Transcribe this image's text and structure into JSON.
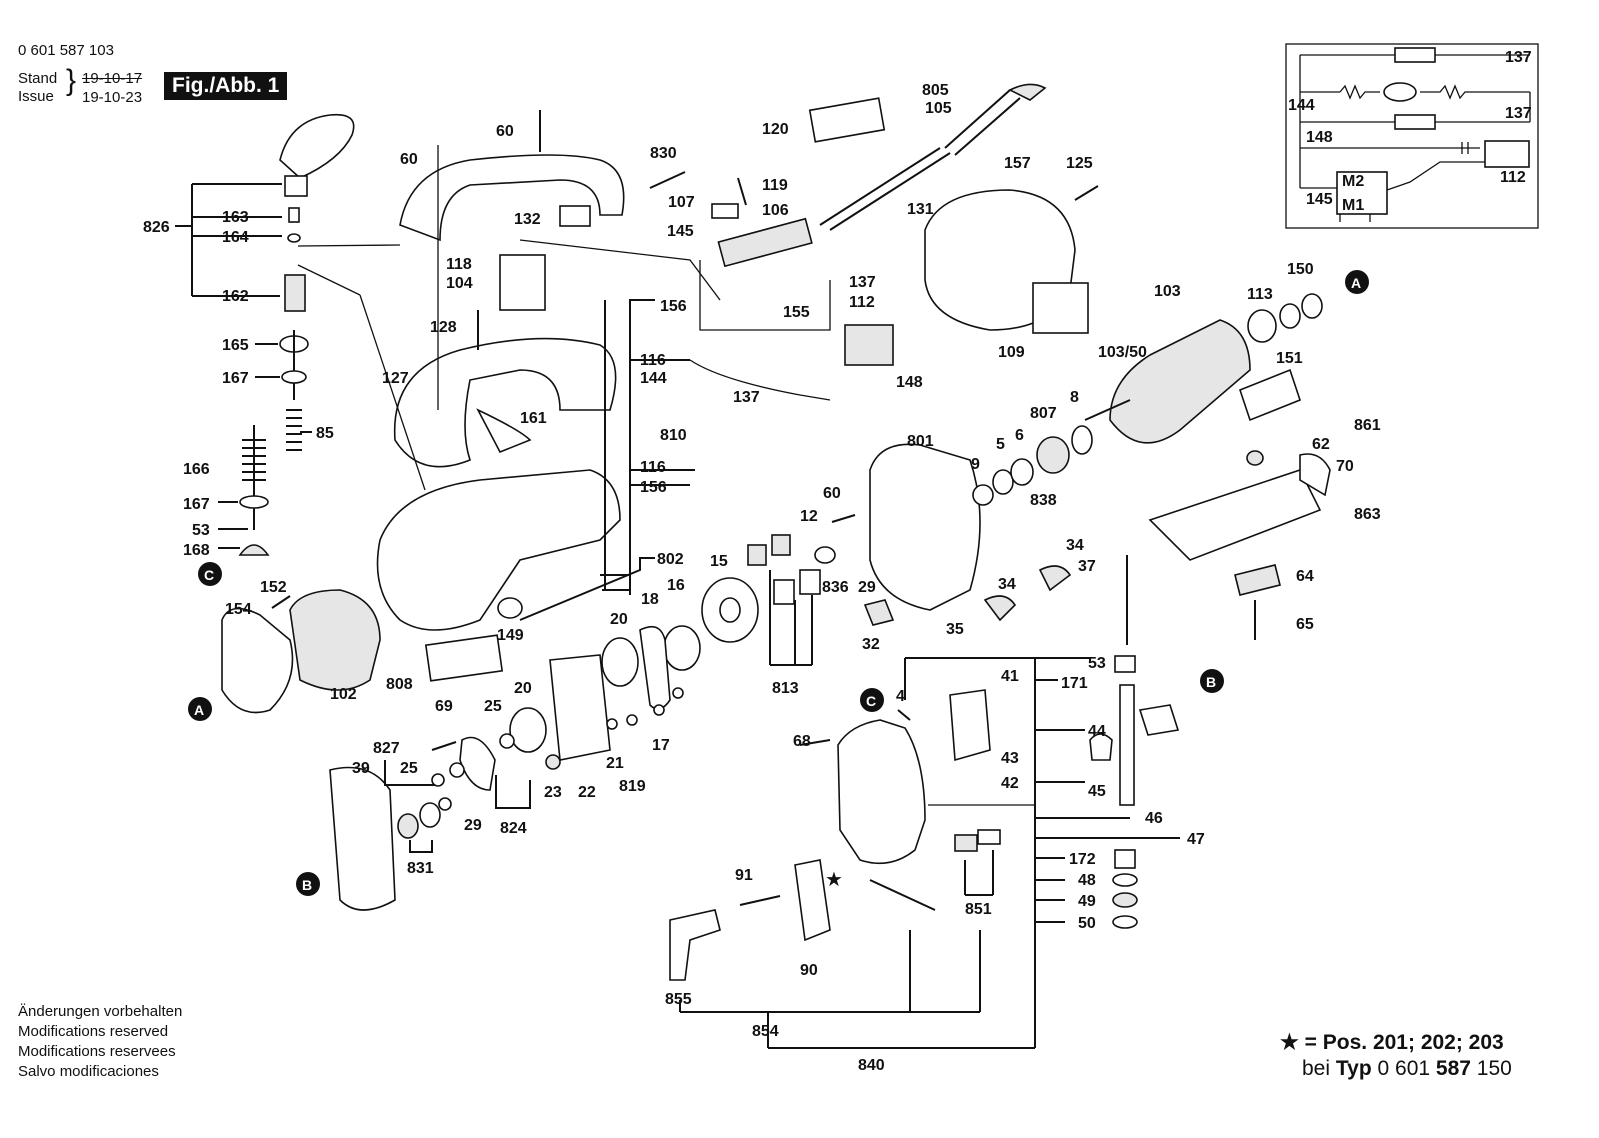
{
  "header": {
    "part_number": "0 601 587 103",
    "stand_label": "Stand",
    "issue_label": "Issue",
    "date_old": "19-10-17",
    "date_new": "19-10-23",
    "figure_label": "Fig./Abb. 1"
  },
  "footer_notes": [
    "Änderungen vorbehalten",
    "Modifications reserved",
    "Modifications reservees",
    "Salvo modificaciones"
  ],
  "star_note": {
    "star": "★",
    "text": "= Pos. 201; 202; 203"
  },
  "typ_note": {
    "prefix": "bei",
    "typ": "Typ",
    "num_a": "0 601",
    "num_b": "587",
    "num_c": "150"
  },
  "wiring": {
    "r1": "137",
    "r2": "137",
    "w144": "144",
    "w148": "148",
    "w145": "145",
    "m2": "M2",
    "m1": "M1",
    "c112": "112"
  },
  "markers": {
    "A": "A",
    "B": "B",
    "C": "C"
  },
  "parts": {
    "p826": "826",
    "p163": "163",
    "p164": "164",
    "p162": "162",
    "p165": "165",
    "p167a": "167",
    "p85": "85",
    "p166": "166",
    "p167b": "167",
    "p53a": "53",
    "p168": "168",
    "p60a": "60",
    "p60b": "60",
    "p830": "830",
    "p132": "132",
    "p118": "118",
    "p104": "104",
    "p128": "128",
    "p127": "127",
    "p161": "161",
    "p120": "120",
    "p805": "805",
    "p105": "105",
    "p107": "107",
    "p119": "119",
    "p106": "106",
    "p131": "131",
    "p145": "145",
    "p157": "157",
    "p125": "125",
    "p156a": "156",
    "p137a": "137",
    "p112": "112",
    "p155": "155",
    "p116a": "116",
    "p144": "144",
    "p148": "148",
    "p109": "109",
    "p137b": "137",
    "p810": "810",
    "p116b": "116",
    "p156b": "156",
    "p103": "103",
    "p113": "113",
    "p150": "150",
    "p151": "151",
    "p10350": "103/50",
    "p807": "807",
    "p8": "8",
    "p6": "6",
    "p5": "5",
    "p9": "9",
    "p801": "801",
    "p838": "838",
    "p861": "861",
    "p62": "62",
    "p70": "70",
    "p863": "863",
    "p60c": "60",
    "p12": "12",
    "p836": "836",
    "p29a": "29",
    "p34a": "34",
    "p37": "37",
    "p34b": "34",
    "p35": "35",
    "p32": "32",
    "p64": "64",
    "p65": "65",
    "p152": "152",
    "p154": "154",
    "p102": "102",
    "p808": "808",
    "p149": "149",
    "p802": "802",
    "p15": "15",
    "p18": "18",
    "p16": "16",
    "p20a": "20",
    "p813": "813",
    "p69": "69",
    "p25a": "25",
    "p20b": "20",
    "p827": "827",
    "p25b": "25",
    "p39": "39",
    "p29b": "29",
    "p824": "824",
    "p831": "831",
    "p23": "23",
    "p22": "22",
    "p21": "21",
    "p819": "819",
    "p17": "17",
    "p53b": "53",
    "p171": "171",
    "p41": "41",
    "p4": "4",
    "p68": "68",
    "p44": "44",
    "p43": "43",
    "p42": "42",
    "p45": "45",
    "p46": "46",
    "p47": "47",
    "p172": "172",
    "p48": "48",
    "p49": "49",
    "p50": "50",
    "p91": "91",
    "p90": "90",
    "p851": "851",
    "p855": "855",
    "p854": "854",
    "p840": "840"
  }
}
